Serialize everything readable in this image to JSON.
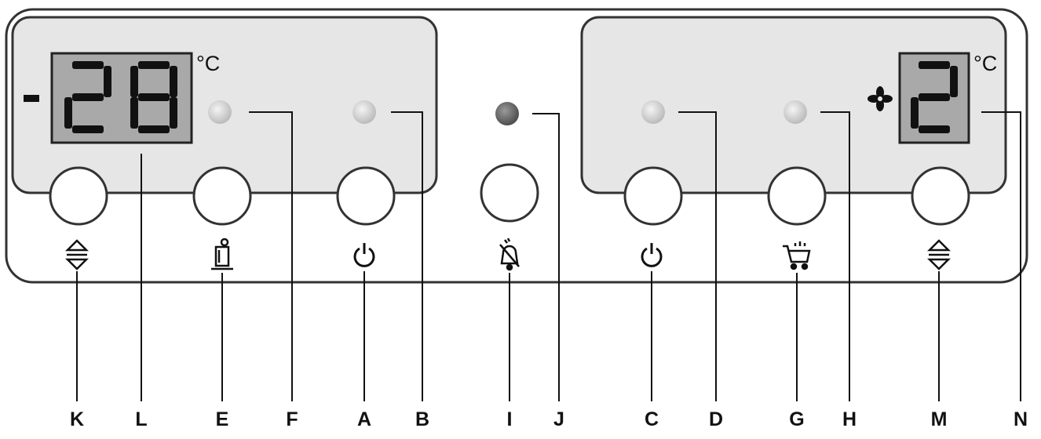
{
  "control_panel": {
    "freezer_display": {
      "sign": "-",
      "value": "28",
      "unit": "°C"
    },
    "fridge_display": {
      "value": "2",
      "unit": "°C"
    },
    "colors": {
      "panel": "#ffffff",
      "display_area": "#e6e6e6",
      "digit_window": "#a9a9a9",
      "segment": "#111111",
      "indicator_off": "#cfcfcf",
      "indicator_on": "#6e6e6e",
      "outline": "#333333"
    },
    "buttons": [
      {
        "key": "K",
        "icon": "up-down-arrows-icon"
      },
      {
        "key": "E",
        "icon": "penguin-super-freeze-icon"
      },
      {
        "key": "A",
        "icon": "power-icon"
      },
      {
        "key": "I",
        "icon": "alarm-off-bell-icon"
      },
      {
        "key": "C",
        "icon": "power-icon"
      },
      {
        "key": "G",
        "icon": "shopping-cart-super-cool-icon"
      },
      {
        "key": "M",
        "icon": "up-down-arrows-icon"
      }
    ],
    "indicators": [
      {
        "key": "F",
        "state": "off"
      },
      {
        "key": "B",
        "state": "off"
      },
      {
        "key": "J",
        "state": "on"
      },
      {
        "key": "D",
        "state": "off"
      },
      {
        "key": "H",
        "state": "off"
      }
    ],
    "fan_icon": "fan-icon"
  },
  "labels": [
    "K",
    "L",
    "E",
    "F",
    "A",
    "B",
    "I",
    "J",
    "C",
    "D",
    "G",
    "H",
    "M",
    "N"
  ]
}
